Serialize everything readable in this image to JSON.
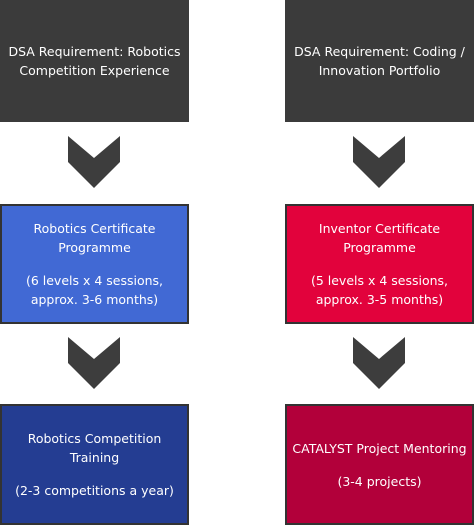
{
  "left_column": {
    "requirement": [
      "DSA Requirement: Robotics",
      "Competition Experience"
    ],
    "programme": {
      "title": [
        "Robotics Certificate",
        "Programme"
      ],
      "details": [
        "(6 levels x 4 sessions,",
        "approx. 3-6 months)"
      ]
    },
    "training": {
      "title": [
        "Robotics Competition",
        "Training"
      ],
      "details": [
        "(2-3 competitions a year)"
      ]
    }
  },
  "right_column": {
    "requirement": [
      "DSA Requirement: Coding /",
      "Innovation Portfolio"
    ],
    "programme": {
      "title": [
        "Inventor Certificate",
        "Programme"
      ],
      "details": [
        "(5 levels x 4 sessions,",
        "approx. 3-5 months)"
      ]
    },
    "mentoring": {
      "title": [
        "CATALYST Project Mentoring"
      ],
      "details": [
        "(3-4 projects)"
      ]
    }
  },
  "colors": {
    "dark": "#3b3b3b",
    "blue_light": "#4169d4",
    "red_bright": "#e2023c",
    "blue_dark": "#243d92",
    "red_dark": "#b2003a",
    "arrow": "#3d3d3d"
  }
}
